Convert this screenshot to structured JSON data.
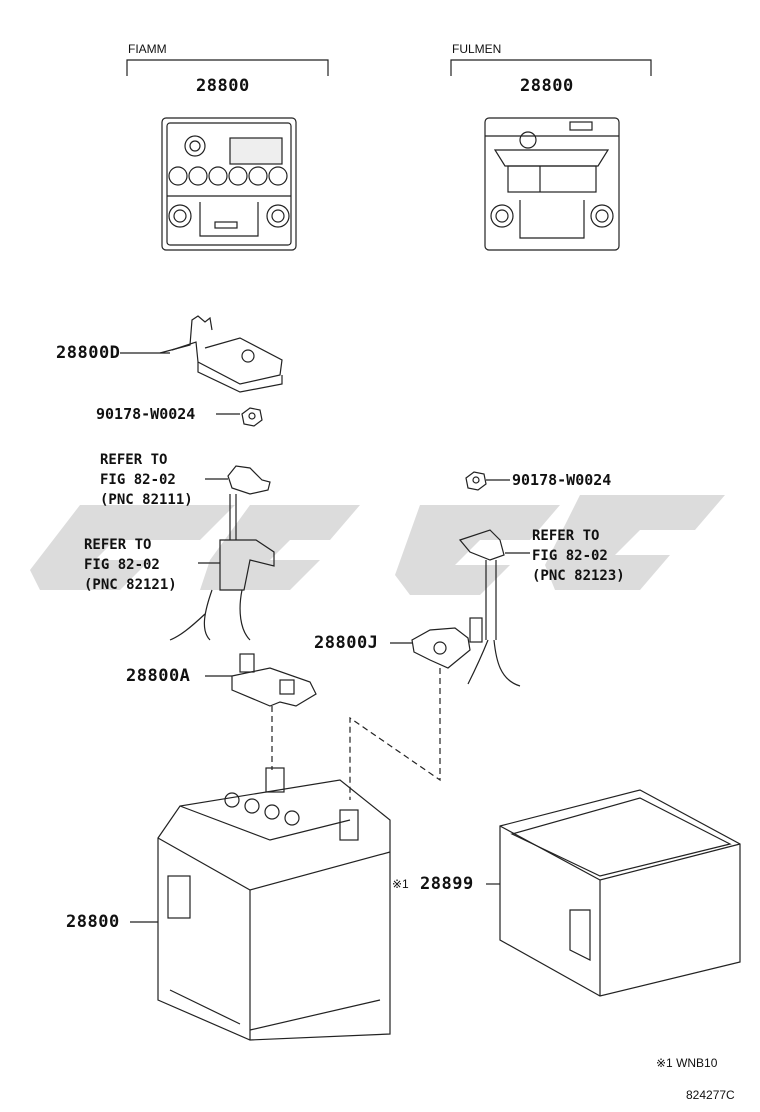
{
  "brands": {
    "left": "FIAMM",
    "right": "FULMEN"
  },
  "parts": {
    "battery_fiamm": "28800",
    "battery_fulmen": "28800",
    "clamp": "28800D",
    "nut_left": "90178-W0024",
    "nut_right": "90178-W0024",
    "terminal_neg": "28800A",
    "terminal_pos": "28800J",
    "battery_main": "28800",
    "tray_mark": "※1",
    "tray": "28899"
  },
  "refs": {
    "ref1": {
      "line1": "REFER TO",
      "line2": "FIG  82-02",
      "line3": "(PNC 82111)"
    },
    "ref2": {
      "line1": "REFER TO",
      "line2": "FIG  82-02",
      "line3": "(PNC 82121)"
    },
    "ref3": {
      "line1": "REFER TO",
      "line2": "FIG  82-02",
      "line3": "(PNC 82123)"
    }
  },
  "footnote": "※1 WNB10",
  "diagram_id": "824277C",
  "watermark_color": "#d9d9d9"
}
